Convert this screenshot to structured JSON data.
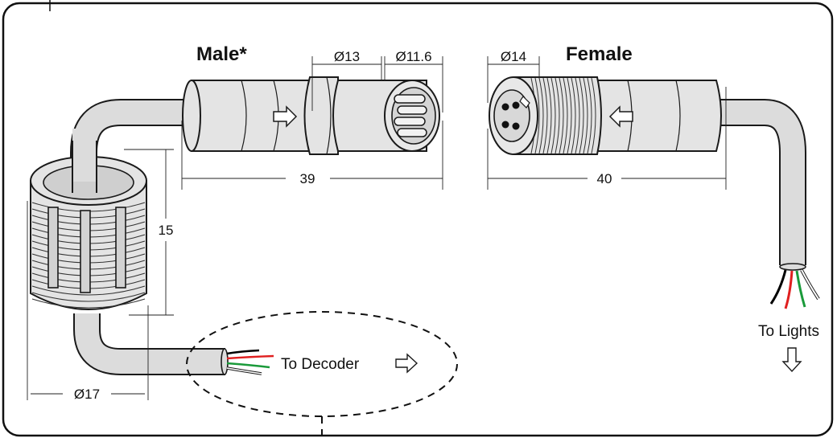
{
  "labels": {
    "male": "Male*",
    "female": "Female",
    "to_decoder": "To Decoder",
    "to_lights": "To Lights"
  },
  "dimensions": {
    "male_length": "39",
    "female_length": "40",
    "male_dia_body": "Ø13",
    "male_dia_tip": "Ø11.6",
    "female_dia": "Ø14",
    "nut_height": "15",
    "nut_dia": "Ø17"
  },
  "colors": {
    "cable": "#dcdcdc",
    "connector": "#e4e4e4",
    "wire_black": "#000000",
    "wire_red": "#e02020",
    "wire_green": "#1a9a3a",
    "wire_white": "#ffffff"
  },
  "icons": {
    "male_direction": "arrow-right-icon",
    "female_direction": "arrow-left-icon",
    "decoder_direction": "arrow-right-icon",
    "lights_direction": "arrow-down-icon"
  }
}
